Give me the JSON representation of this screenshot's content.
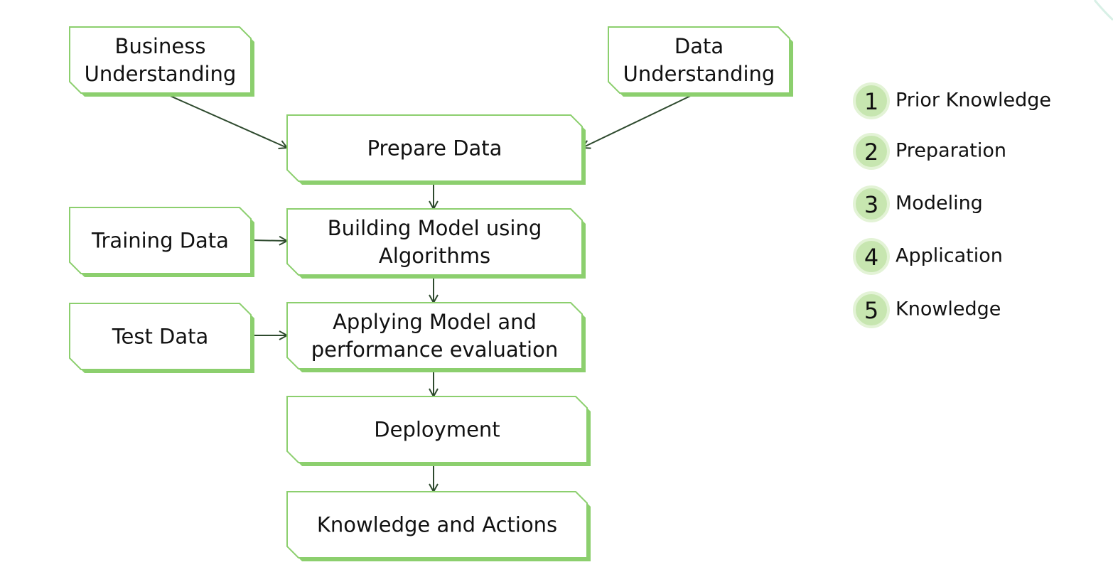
{
  "nodes": {
    "business_understanding": [
      "Business",
      "Understanding"
    ],
    "data_understanding": [
      "Data",
      "Understanding"
    ],
    "prepare_data": [
      "Prepare Data"
    ],
    "training_data": [
      "Training Data"
    ],
    "building_model": [
      "Building Model using",
      "Algorithms"
    ],
    "test_data": [
      "Test Data"
    ],
    "applying_model": [
      "Applying Model and",
      "performance evaluation"
    ],
    "deployment": [
      "Deployment"
    ],
    "knowledge_actions": [
      "Knowledge and Actions"
    ]
  },
  "edges": [
    [
      "business_understanding",
      "prepare_data"
    ],
    [
      "data_understanding",
      "prepare_data"
    ],
    [
      "prepare_data",
      "building_model"
    ],
    [
      "training_data",
      "building_model"
    ],
    [
      "building_model",
      "applying_model"
    ],
    [
      "test_data",
      "applying_model"
    ],
    [
      "applying_model",
      "deployment"
    ],
    [
      "deployment",
      "knowledge_actions"
    ]
  ],
  "legend": [
    {
      "number": "1",
      "label": "Prior Knowledge"
    },
    {
      "number": "2",
      "label": "Preparation"
    },
    {
      "number": "3",
      "label": "Modeling"
    },
    {
      "number": "4",
      "label": "Application"
    },
    {
      "number": "5",
      "label": "Knowledge"
    }
  ],
  "colors": {
    "node_border": "#8ccf6e",
    "node_fill": "#ffffff",
    "arrow": "#2e4a2e",
    "legend_circle": "#c7e6b0",
    "text": "#111111"
  }
}
